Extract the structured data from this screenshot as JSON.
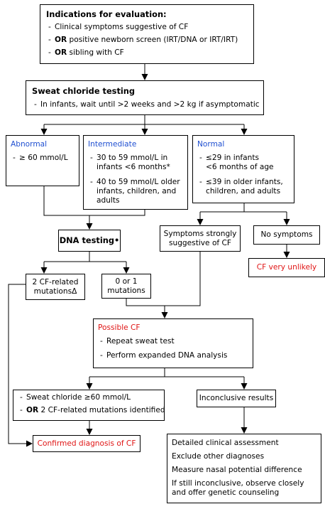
{
  "indications": {
    "title": "Indications for evaluation:",
    "item1": "Clinical symptoms suggestive of CF",
    "item2_bold": "OR",
    "item2": "positive newborn screen (IRT/DNA or IRT/IRT)",
    "item3_bold": "OR",
    "item3": "sibling with CF"
  },
  "sweat_test": {
    "title": "Sweat chloride testing",
    "item1": "In infants, wait until >2 weeks and >2 kg if asymptomatic"
  },
  "abnormal": {
    "title": "Abnormal",
    "item1": "≥ 60 mmol/L"
  },
  "intermediate": {
    "title": "Intermediate",
    "item1_l1": "30 to 59 mmol/L in",
    "item1_l2": "infants <6 months*",
    "item2_l1": "40 to 59 mmol/L older",
    "item2_l2": "infants, children, and",
    "item2_l3": "adults"
  },
  "normal": {
    "title": "Normal",
    "item1_l1": "≤29 in infants",
    "item1_l2": "<6 months of age",
    "item2_l1": "≤39 in older infants,",
    "item2_l2": "children, and adults"
  },
  "dna_testing": {
    "title": "DNA testing•"
  },
  "symptoms_suggestive": {
    "l1": "Symptoms strongly",
    "l2": "suggestive of CF"
  },
  "no_symptoms": {
    "label": "No symptoms"
  },
  "cf_unlikely": {
    "label": "CF very unlikely"
  },
  "two_mutations": {
    "l1": "2 CF-related",
    "l2": "mutationsΔ"
  },
  "zero_one_mutations": {
    "l1": "0 or 1",
    "l2": "mutations"
  },
  "possible_cf": {
    "title": "Possible CF",
    "item1": "Repeat sweat test",
    "item2": "Perform expanded DNA analysis"
  },
  "sweat_high": {
    "item1": "Sweat chloride ≥60 mmol/L",
    "item2_bold": "OR",
    "item2": "2 CF-related mutations identified"
  },
  "inconclusive": {
    "label": "Inconclusive results"
  },
  "confirmed": {
    "label": "Confirmed diagnosis of CF"
  },
  "workup": {
    "item1": "Detailed clinical assessment",
    "item2": "Exclude other diagnoses",
    "item3": "Measure nasal potential difference",
    "item4_l1": "If still inconclusive, observe closely",
    "item4_l2": "and offer genetic counseling"
  },
  "colors": {
    "heading_blue": "#1f4fd1",
    "alert_red": "#e01515",
    "line": "#000000"
  }
}
